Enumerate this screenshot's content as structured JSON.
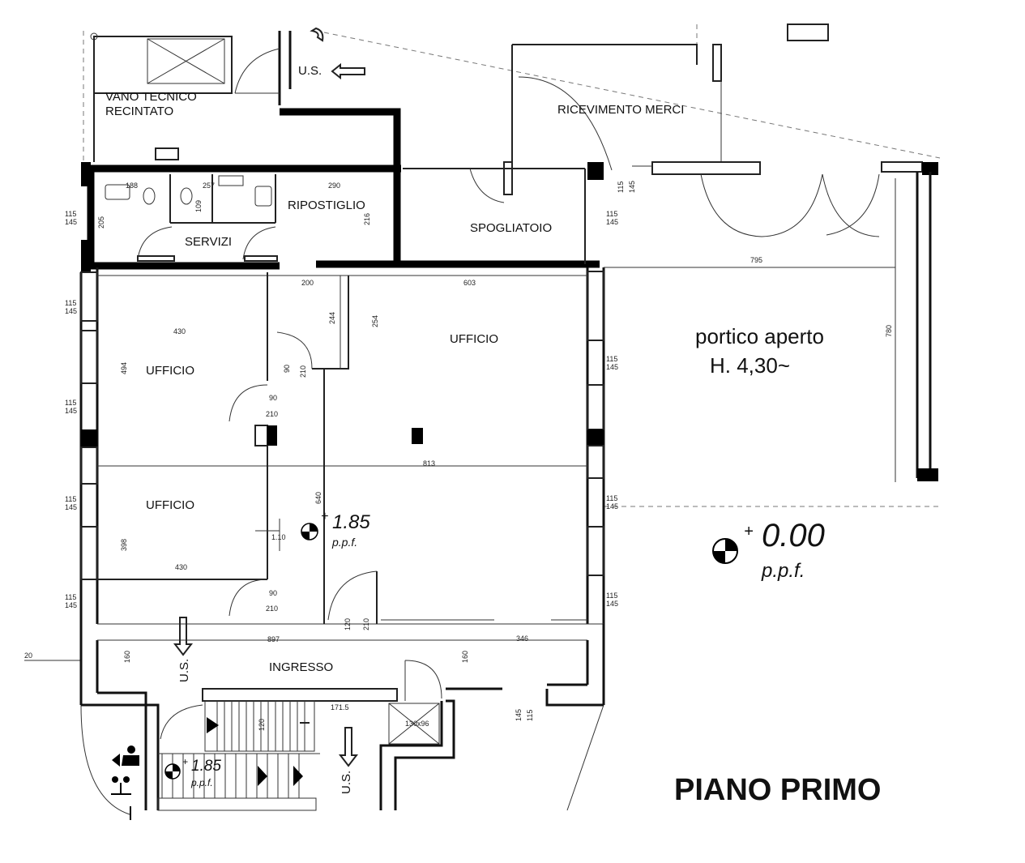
{
  "plan": {
    "title": "PIANO PRIMO",
    "rooms": {
      "vano_tecnico_line1": "VANO TECNICO",
      "vano_tecnico_line2": "RECINTATO",
      "ricevimento_merci": "RICEVIMENTO MERCI",
      "ripostiglio": "RIPOSTIGLIO",
      "servizi": "SERVIZI",
      "spogliatoio": "SPOGLIATOIO",
      "ufficio_main": "UFFICIO",
      "ufficio_top_left": "UFFICIO",
      "ufficio_bottom_left": "UFFICIO",
      "ingresso": "INGRESSO",
      "portico_line1": "portico aperto",
      "portico_line2": "H. 4,30~"
    },
    "levels": {
      "main_value": "1.85",
      "main_unit": "p.p.f.",
      "outside_value": "0.00",
      "outside_unit": "p.p.f.",
      "stair_value": "1.85",
      "stair_unit": "p.p.f.",
      "plus": "+"
    },
    "labels": {
      "us_top": "U.S.",
      "us_ingresso": "U.S.",
      "us_stair": "U.S.",
      "mark_110": "1.10"
    },
    "dimensions": {
      "d290": "290",
      "d257": "257",
      "d188": "188",
      "d109": "109",
      "d205": "205",
      "d216": "216",
      "d200": "200",
      "d603": "603",
      "d244": "244",
      "d254": "254",
      "d430a": "430",
      "d494": "494",
      "d90a": "90",
      "d210a": "210",
      "d90b": "90",
      "d210b": "210",
      "d813": "813",
      "d640": "640",
      "d398": "398",
      "d430b": "430",
      "d90c": "90",
      "d210c": "210",
      "d120a": "120",
      "d210d": "210",
      "d897": "897",
      "d346": "346",
      "d160a": "160",
      "d160b": "160",
      "d1715": "171.5",
      "d120b": "120",
      "d130x96": "130x96",
      "d795": "795",
      "d780": "780",
      "d20": "20",
      "w115a": "115",
      "w145a": "145",
      "w115b": "115",
      "w145b": "145",
      "w115c": "115",
      "w145c": "145",
      "w115d": "115",
      "w145d": "145",
      "w115e": "115",
      "w145e": "145",
      "w115f": "115",
      "w145f": "145",
      "w115g": "115",
      "w145g": "145",
      "w115h": "115",
      "w145h": "145",
      "w115i": "115",
      "w145i": "145",
      "w115j": "115",
      "w145j": "145",
      "w115k": "115",
      "w145k": "145"
    }
  }
}
